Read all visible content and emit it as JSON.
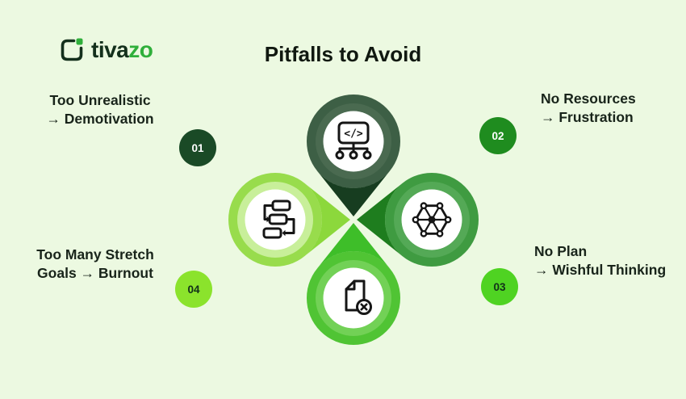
{
  "background": "#ECF9E1",
  "logo": {
    "icon": "checkbox-frame-icon",
    "brand_dark": "tiva",
    "brand_accent": "zo",
    "dark_color": "#14301C",
    "accent_color": "#2FAF3A"
  },
  "title": "Pitfalls to Avoid",
  "code_glyph": "</>",
  "items": [
    {
      "id": "01",
      "position": "top",
      "label_line1": "Too Unrealistic",
      "label_line2": "→ Demotivation",
      "icon": "code-sitemap-icon",
      "badge_bg": "#1A4A26",
      "badge_text_color": "#FFFFFF",
      "petal": {
        "ring": "#3D5F45",
        "band": "#4A6A50",
        "point": "#173D20"
      }
    },
    {
      "id": "02",
      "position": "right",
      "label_line1": "No Resources",
      "label_line2": "→ Frustration",
      "icon": "network-nodes-icon",
      "badge_bg": "#1F8C1F",
      "badge_text_color": "#FFFFFF",
      "petal": {
        "ring": "#3F9B41",
        "band": "#54A956",
        "point": "#1E7D1E"
      }
    },
    {
      "id": "03",
      "position": "bottom",
      "label_line1": "No Plan",
      "label_line2": "→ Wishful Thinking",
      "icon": "document-error-icon",
      "badge_bg": "#4FD322",
      "badge_text_color": "#12301A",
      "petal": {
        "ring": "#50C434",
        "band": "#72D156",
        "point": "#3EBE29"
      }
    },
    {
      "id": "04",
      "position": "left",
      "label_line1": "Too Many Stretch",
      "label_line2": "Goals → Burnout",
      "icon": "workflow-icon",
      "badge_bg": "#8BE32C",
      "badge_text_color": "#12301A",
      "petal": {
        "ring": "#98DC4C",
        "band": "#C8EF9A",
        "point": "#8CD83C"
      }
    }
  ]
}
